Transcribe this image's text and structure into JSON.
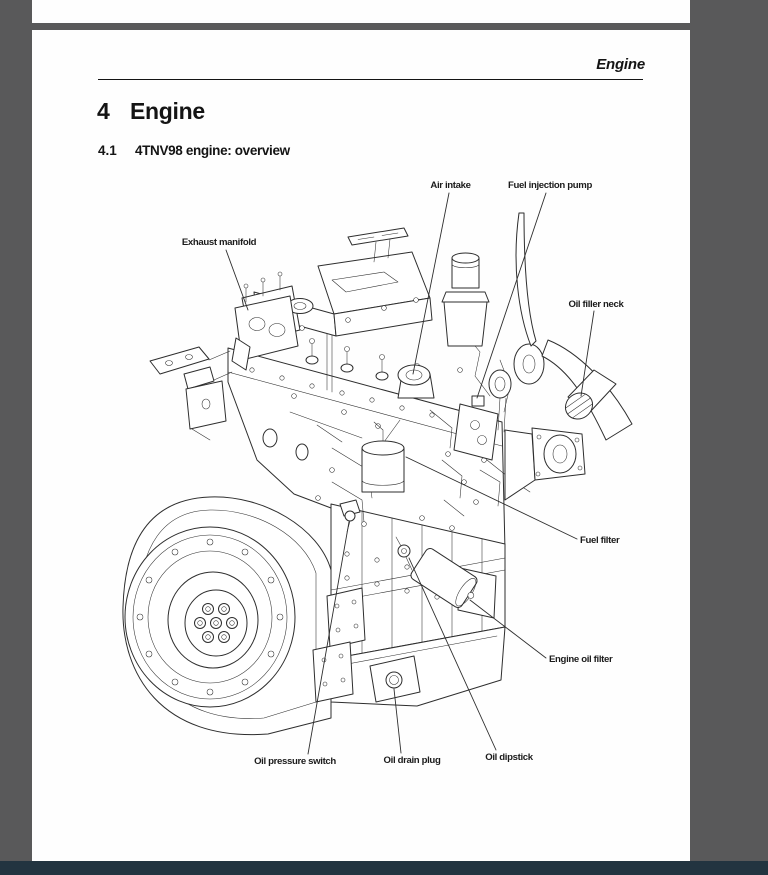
{
  "viewer": {
    "background_color": "#59595a",
    "bottom_bar_color": "#223440",
    "page_color": "#ffffff"
  },
  "page": {
    "running_header": "Engine",
    "chapter_number": "4",
    "chapter_title": "Engine",
    "section_number": "4.1",
    "section_title": "4TNV98 engine: overview",
    "figure": {
      "type": "technical-line-drawing",
      "subject": "4TNV98 diesel engine, isometric exploded-view illustration",
      "callouts": [
        {
          "label": "Air intake"
        },
        {
          "label": "Fuel injection pump"
        },
        {
          "label": "Exhaust manifold"
        },
        {
          "label": "Oil filler neck"
        },
        {
          "label": "Fuel filter"
        },
        {
          "label": "Engine oil filter"
        },
        {
          "label": "Oil pressure switch"
        },
        {
          "label": "Oil drain plug"
        },
        {
          "label": "Oil dipstick"
        }
      ]
    }
  }
}
